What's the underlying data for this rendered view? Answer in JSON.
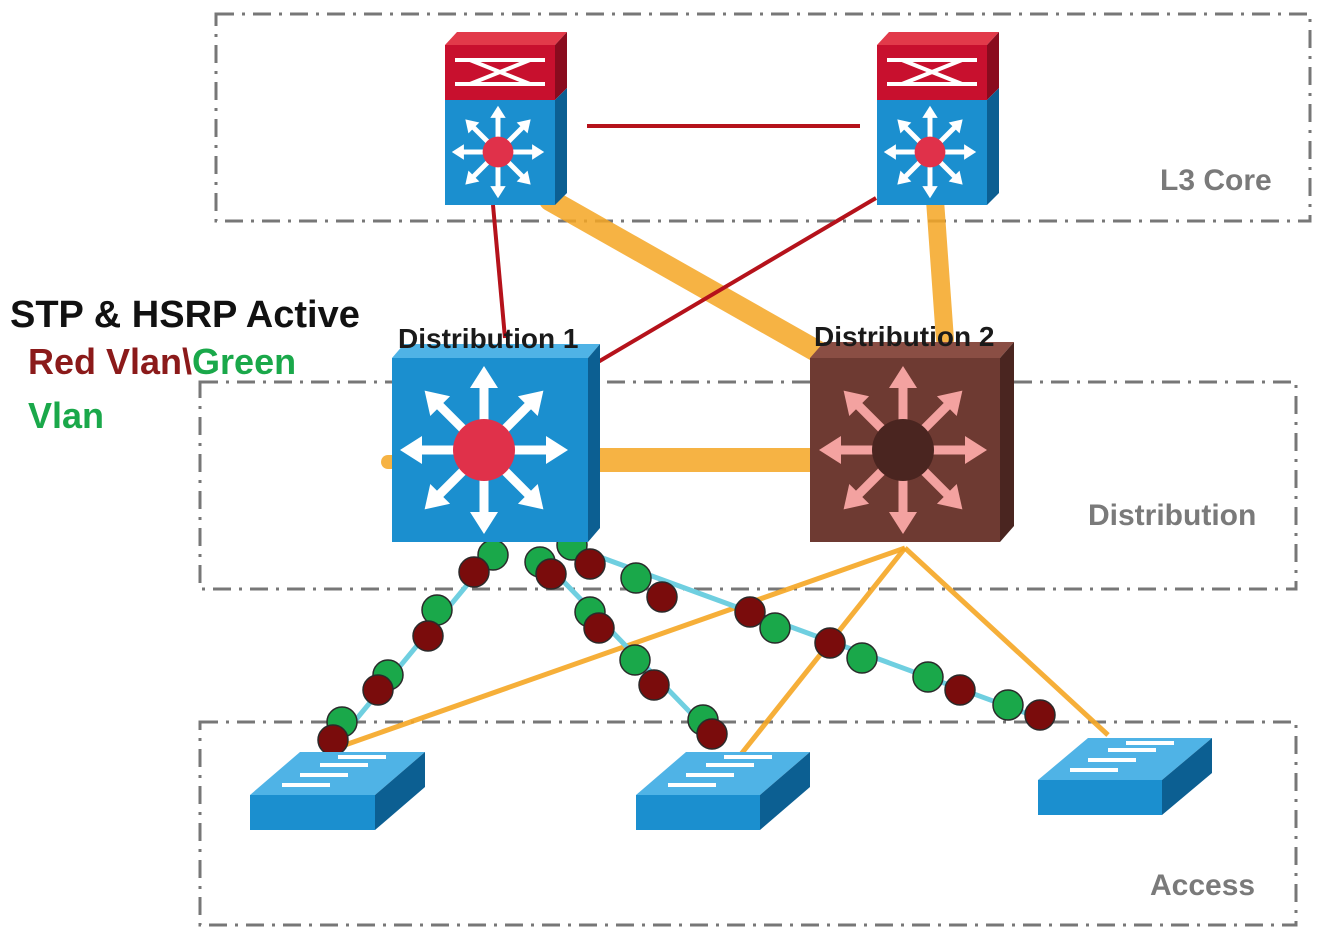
{
  "zones": {
    "core": "L3 Core",
    "distribution": "Distribution",
    "access": "Access"
  },
  "devices": {
    "dist1": "Distribution 1",
    "dist2": "Distribution 2"
  },
  "legend": {
    "line1": "STP & HSRP Active",
    "red_part": "Red Vlan\\",
    "green_part": "Green",
    "line3": "Vlan"
  },
  "colors": {
    "red_vlan": "#7a0c0c",
    "green_vlan": "#1aa84a",
    "active_switch": "#1b8fcf",
    "standby_switch": "#6e3a32",
    "core_module": "#c8102e",
    "uplink": "#f5a623",
    "core_link": "#b5121b"
  }
}
